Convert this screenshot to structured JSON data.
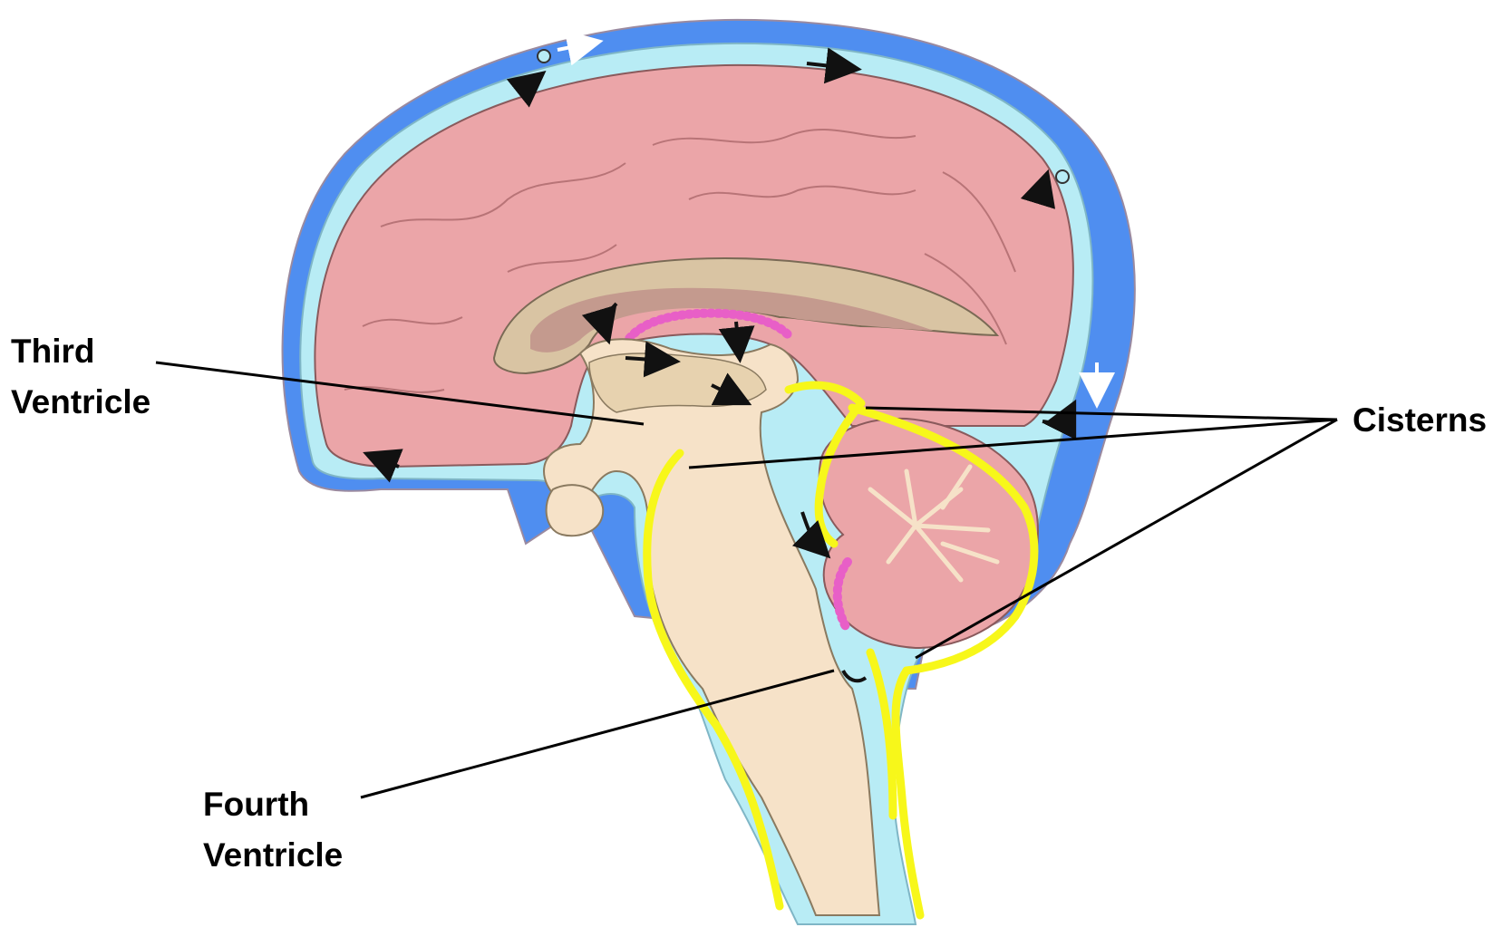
{
  "labels": {
    "third_ventricle_line1": "Third",
    "third_ventricle_line2": "Ventricle",
    "cisterns": "Cisterns",
    "fourth_ventricle_line1": "Fourth",
    "fourth_ventricle_line2": "Ventricle"
  },
  "colors": {
    "dura_venous_sinus": "#4f8ef0",
    "csf_space": "#b8ecf5",
    "cerebrum": "#eba5a8",
    "deep_gray": "#c49a8e",
    "brainstem": "#f6e2c8",
    "corpus_callosum": "#d9c4a3",
    "choroid_plexus": "#e85fc7",
    "cisterns_highlight": "#f7f71a",
    "arrows": "#111111",
    "leader_lines": "#000000"
  }
}
